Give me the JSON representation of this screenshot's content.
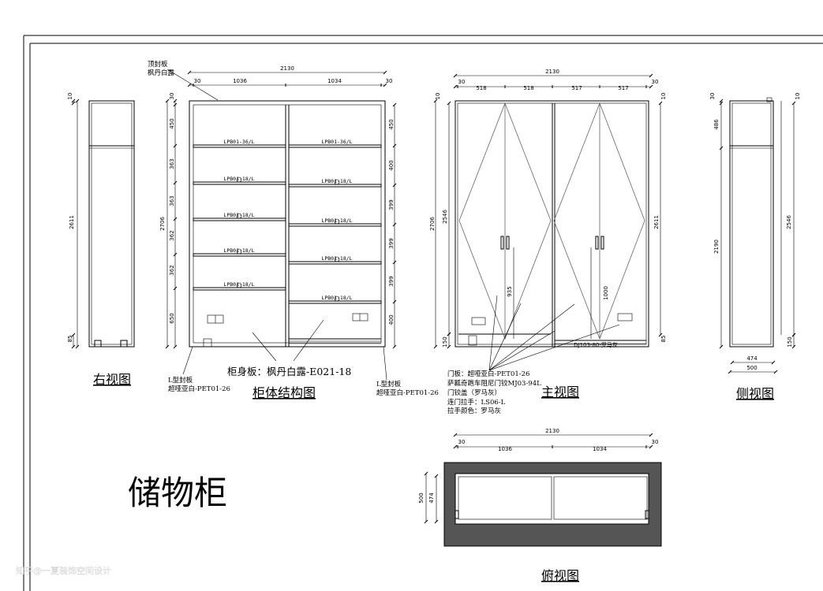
{
  "title": "储物柜",
  "watermark": "知乎@一夏装饰空间设计",
  "views": {
    "right": "右视图",
    "structure": "柜体结构图",
    "front": "主视图",
    "side": "侧视图",
    "top": "俯视图"
  },
  "annotations": {
    "top_panel": [
      "顶封板",
      "枫丹白露"
    ],
    "l_left": [
      "L型封板",
      "超哑亚白-PET01-26"
    ],
    "l_right": [
      "L型封板",
      "超哑亚白-PET01-26"
    ],
    "body_panel": "柜身板：枫丹白露-E021-18",
    "front_notes": [
      "门板：超哑亚白-PET01-26",
      "萨瓤奇跑车阻尼门铰MJ03-94L",
      "门铰盖（罗马灰）",
      "连门拉手：LS06-L",
      "拉手颜色：罗马灰"
    ],
    "plinth": "DJ103-80-罗马灰"
  },
  "shelf_labels": {
    "left": [
      "LPB01-36/L",
      "LPB01-18/L",
      "LPB01-18/L",
      "LPB01-18/L",
      "LPB01-18/L"
    ],
    "right": [
      "LPB01-36/L",
      "LPB01-18/L",
      "LPB01-18/L",
      "LPB01-18/L",
      "LPB01-18/L"
    ]
  },
  "dims": {
    "right_view": [
      "10",
      "2611",
      "85"
    ],
    "structure_top": [
      "2130",
      "30",
      "1036",
      "1034",
      "30"
    ],
    "structure_left": [
      "30",
      "450",
      "363",
      "363",
      "362",
      "362",
      "650"
    ],
    "structure_total": "2706",
    "structure_right": [
      "450",
      "400",
      "399",
      "399",
      "399",
      "400"
    ],
    "front_top": [
      "2130",
      "30",
      "518",
      "518",
      "517",
      "517",
      "30"
    ],
    "front_left": [
      "10",
      "2546",
      "150",
      "2706"
    ],
    "front_right": [
      "10",
      "2611",
      "85"
    ],
    "front_inner": [
      "935",
      "1000"
    ],
    "side": [
      "30",
      "486",
      "2190",
      "2546",
      "10",
      "150",
      "474",
      "500"
    ],
    "top_view": [
      "2130",
      "30",
      "1036",
      "1034",
      "30",
      "500",
      "474"
    ]
  }
}
